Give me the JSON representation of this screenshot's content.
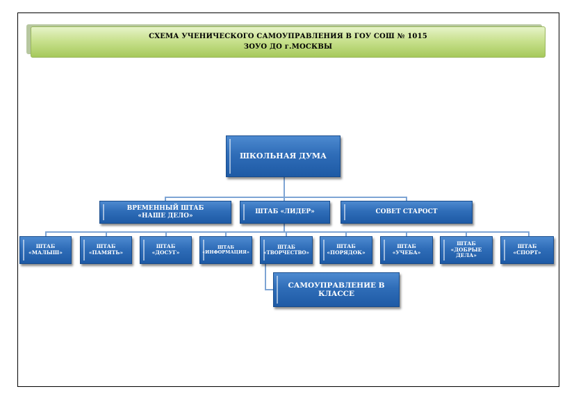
{
  "title": {
    "line1": "СХЕМА УЧЕНИЧЕСКОГО САМОУПРАВЛЕНИЯ В ГОУ СОШ № 1015",
    "line2": "ЗОУО ДО г.МОСКВЫ"
  },
  "root": {
    "label": "ШКОЛЬНАЯ ДУМА"
  },
  "level2": [
    {
      "line1": "ВРЕМЕННЫЙ ШТАБ",
      "line2": "«НАШЕ ДЕЛО»"
    },
    {
      "line1": "ШТАБ «ЛИДЕР»"
    },
    {
      "line1": "СОВЕТ СТАРОСТ"
    }
  ],
  "level3": [
    {
      "line1": "ШТАБ",
      "line2": "«МАЛЫШ»"
    },
    {
      "line1": "ШТАБ",
      "line2": "«ПАМЯТЬ»"
    },
    {
      "line1": "ШТАБ",
      "line2": "«ДОСУГ»"
    },
    {
      "line1": "ШТАБ",
      "line2": "«ИНФОРМАЦИЯ»"
    },
    {
      "line1": "ШТАБ",
      "line2": "«ТВОРЧЕСТВО»"
    },
    {
      "line1": "ШТАБ",
      "line2": "«ПОРЯДОК»"
    },
    {
      "line1": "ШТАБ",
      "line2": "«УЧЕБА»"
    },
    {
      "line1": "ШТАБ",
      "line2": "«ДОБРЫЕ",
      "line3": "ДЕЛА»"
    },
    {
      "line1": "ШТАБ",
      "line2": "«СПОРТ»"
    }
  ],
  "level4": {
    "line1": "САМОУПРАВЛЕНИЕ В",
    "line2": "КЛАССЕ"
  },
  "colors": {
    "box_fill": "#2f6db8",
    "box_text": "#ffffff",
    "banner_fill": "#c9e18f",
    "connector": "#7da4d4"
  }
}
